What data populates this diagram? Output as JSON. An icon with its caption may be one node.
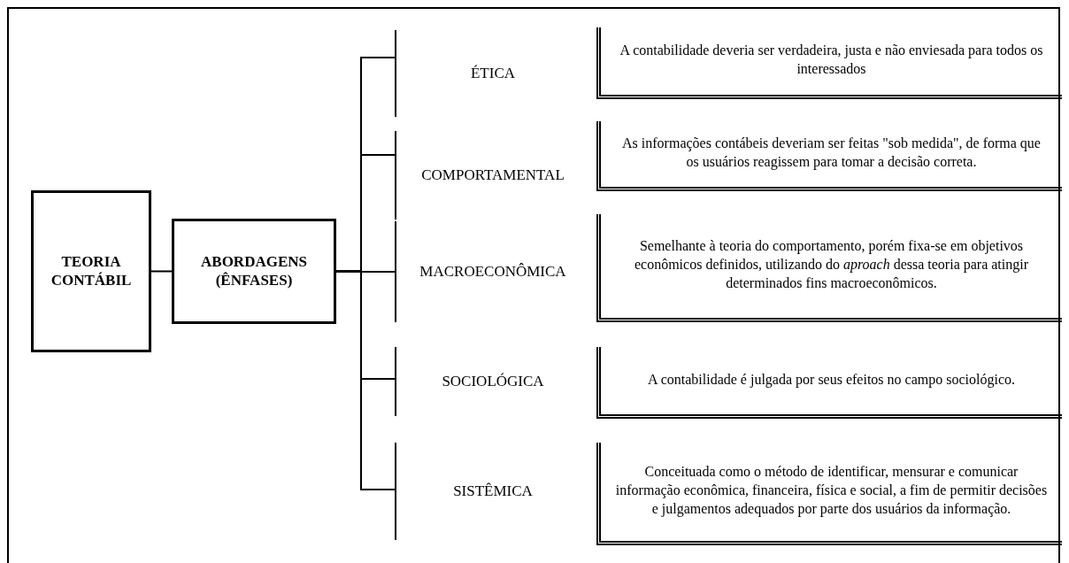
{
  "diagram": {
    "nodes": [
      {
        "text": [
          "TEORIA CONTÁBIL"
        ]
      },
      {
        "text": [
          "ABORDAGENS (ÊNFASES)"
        ]
      },
      {
        "text": [
          "ÉTICA"
        ]
      },
      {
        "text": [
          "COMPORTAMENTAL"
        ]
      },
      {
        "text": [
          "MACROECONÔMICA"
        ]
      },
      {
        "text": [
          "SOCIOLÓGICA"
        ]
      },
      {
        "text": [
          "SISTÊMICA"
        ]
      },
      {
        "text": [
          "A contabilidade deveria ser verdadeira, justa e não enviesada para todos os interessados"
        ]
      },
      {
        "text": [
          "As informações contábeis deveriam ser feitas \"sob medida\", de forma que os usuários reagissem para tomar a decisão correta."
        ]
      },
      {
        "text": [
          "Semelhante à teoria do comportamento, porém fixa-se em objetivos econômicos definidos, utilizando do *aproach* dessa teoria para atingir determinados fins macroeconômicos."
        ]
      },
      {
        "text": [
          "A contabilidade é julgada por seus efeitos no campo sociológico."
        ]
      },
      {
        "text": [
          "Conceituada como o método de identificar, mensurar e comunicar informação econômica, financeira, física e social, a fim de permitir decisões e julgamentos adequados por parte dos usuários da informação."
        ]
      }
    ],
    "edges": [
      {
        "from": 0,
        "to": 1,
        "arrow": "none"
      },
      {
        "from": 1,
        "to": 2,
        "arrow": "none"
      },
      {
        "from": 1,
        "to": 3,
        "arrow": "none"
      },
      {
        "from": 1,
        "to": 4,
        "arrow": "none"
      },
      {
        "from": 1,
        "to": 5,
        "arrow": "none"
      },
      {
        "from": 1,
        "to": 6,
        "arrow": "none"
      }
    ]
  }
}
